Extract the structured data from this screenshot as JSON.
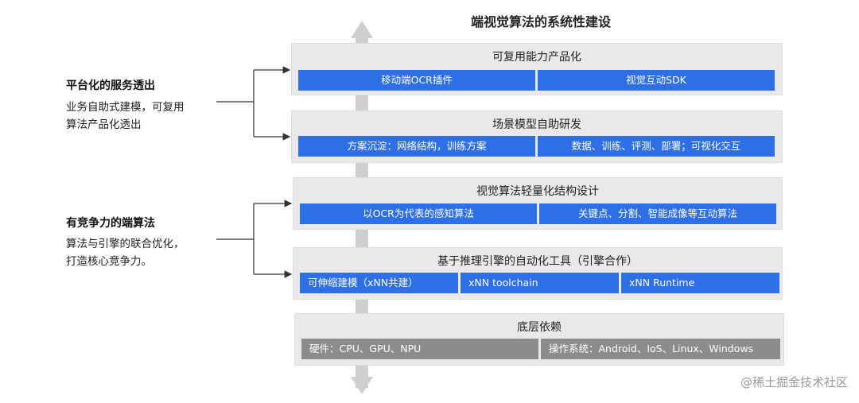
{
  "title": "端视觉算法的系统性建设",
  "layers": [
    {
      "title": "可复用能力产品化",
      "cells": [
        "移动端OCR插件",
        "视觉互动SDK"
      ]
    },
    {
      "title": "场景模型自助研发",
      "cells": [
        "方案沉淀：网络结构，训练方案",
        "数据、训练、评测、部署；可视化交互"
      ]
    },
    {
      "title": "视觉算法轻量化结构设计",
      "cells": [
        "以OCR为代表的感知算法",
        "关键点、分割、智能成像等互动算法"
      ]
    },
    {
      "title": "基于推理引擎的自动化工具（引擎合作）",
      "cells": [
        "可伸缩建模（xNN共建）",
        "xNN toolchain",
        "xNN Runtime"
      ]
    },
    {
      "title": "底层依赖",
      "cells": [
        "硬件：CPU、GPU、NPU",
        "操作系统：Android、IoS、Linux、Windows"
      ]
    }
  ],
  "side": [
    {
      "title": "平台化的服务透出",
      "desc_line1": "业务自助式建模，可复用",
      "desc_line2": "算法产品化透出"
    },
    {
      "title": "有竞争力的端算法",
      "desc_line1": "算法与引擎的联合优化，",
      "desc_line2": "打造核心竞争力。"
    }
  ],
  "watermark": "@稀土掘金技术社区",
  "colors": {
    "cell_blue": "#2f6fe5",
    "cell_gray": "#8c8c8c",
    "layer_bg": "#e9e9e9",
    "axis": "#cfcfcf"
  }
}
